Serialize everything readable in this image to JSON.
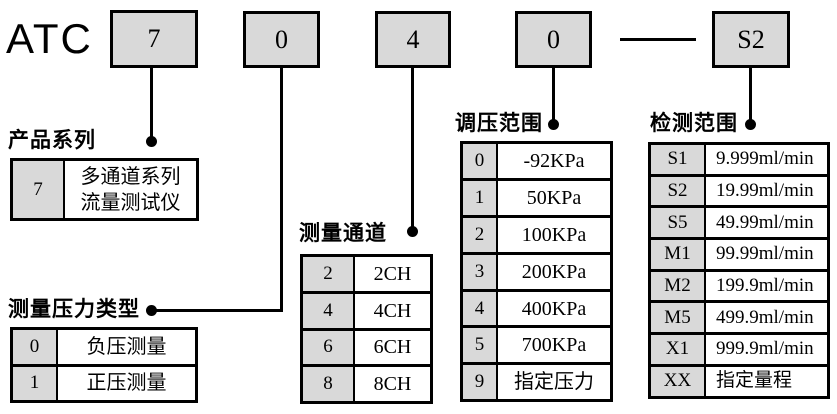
{
  "brand": "ATC",
  "model": {
    "segments": [
      "7",
      "0",
      "4",
      "0",
      "S2"
    ],
    "separator": "—"
  },
  "colors": {
    "box_fill": "#d9d9d9",
    "line": "#000000",
    "background": "#ffffff"
  },
  "sections": {
    "product_series": {
      "label": "产品系列",
      "rows": [
        {
          "code": "7",
          "desc_line1": "多通道系列",
          "desc_line2": "流量测试仪"
        }
      ]
    },
    "pressure_type": {
      "label": "测量压力类型",
      "rows": [
        {
          "code": "0",
          "desc": "负压测量"
        },
        {
          "code": "1",
          "desc": "正压测量"
        }
      ]
    },
    "channels": {
      "label": "测量通道",
      "rows": [
        {
          "code": "2",
          "desc": "2CH"
        },
        {
          "code": "4",
          "desc": "4CH"
        },
        {
          "code": "6",
          "desc": "6CH"
        },
        {
          "code": "8",
          "desc": "8CH"
        }
      ]
    },
    "pressure_range": {
      "label": "调压范围",
      "rows": [
        {
          "code": "0",
          "desc": "-92KPa"
        },
        {
          "code": "1",
          "desc": "50KPa"
        },
        {
          "code": "2",
          "desc": "100KPa"
        },
        {
          "code": "3",
          "desc": "200KPa"
        },
        {
          "code": "4",
          "desc": "400KPa"
        },
        {
          "code": "5",
          "desc": "700KPa"
        },
        {
          "code": "9",
          "desc": "指定压力"
        }
      ]
    },
    "detection_range": {
      "label": "检测范围",
      "rows": [
        {
          "code": "S1",
          "desc": "9.999ml/min"
        },
        {
          "code": "S2",
          "desc": "19.99ml/min"
        },
        {
          "code": "S5",
          "desc": "49.99ml/min"
        },
        {
          "code": "M1",
          "desc": "99.99ml/min"
        },
        {
          "code": "M2",
          "desc": "199.9ml/min"
        },
        {
          "code": "M5",
          "desc": "499.9ml/min"
        },
        {
          "code": "X1",
          "desc": "999.9ml/min"
        },
        {
          "code": "XX",
          "desc": "指定量程"
        }
      ]
    }
  }
}
